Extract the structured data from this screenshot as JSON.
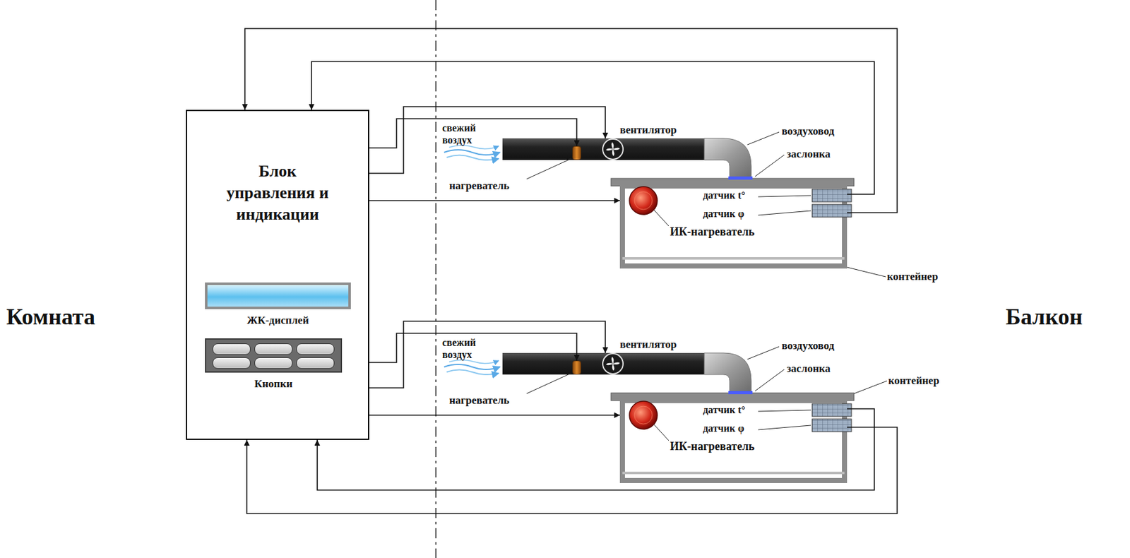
{
  "diagram": {
    "nodes": [
      {
        "text": [
          "Блок управления и индикации"
        ]
      },
      {
        "text": [
          "ЖК-дисплей"
        ],
        "in": 0
      },
      {
        "text": [
          "Кнопки"
        ],
        "in": 0
      },
      {
        "text": [
          "нагреватель"
        ]
      },
      {
        "text": [
          "вентилятор"
        ]
      },
      {
        "text": [
          "датчик t°",
          "датчик φ",
          "ИК-нагреватель"
        ]
      },
      {
        "text": [
          "нагреватель"
        ]
      },
      {
        "text": [
          "вентилятор"
        ]
      },
      {
        "text": [
          "датчик t°",
          "датчик φ",
          "ИК-нагреватель"
        ]
      }
    ],
    "edges": [
      {
        "from": 0,
        "to": 3,
        "arrow": "to"
      },
      {
        "from": 0,
        "to": 4,
        "arrow": "to"
      },
      {
        "from": 0,
        "to": 5,
        "arrow": "to"
      },
      {
        "from": 5,
        "to": 0,
        "arrow": "to"
      },
      {
        "from": 5,
        "to": 0,
        "arrow": "to"
      },
      {
        "from": 0,
        "to": 6,
        "arrow": "to"
      },
      {
        "from": 0,
        "to": 7,
        "arrow": "to"
      },
      {
        "from": 0,
        "to": 8,
        "arrow": "to"
      },
      {
        "from": 8,
        "to": 0,
        "arrow": "to"
      },
      {
        "from": 8,
        "to": 0,
        "arrow": "to"
      }
    ],
    "labels": [
      "Комната",
      "свежий воздух",
      "воздуховод",
      "заслонка",
      "контейнер",
      "свежий воздух",
      "воздуховод",
      "контейнер",
      "заслонка",
      "Балкон"
    ]
  }
}
